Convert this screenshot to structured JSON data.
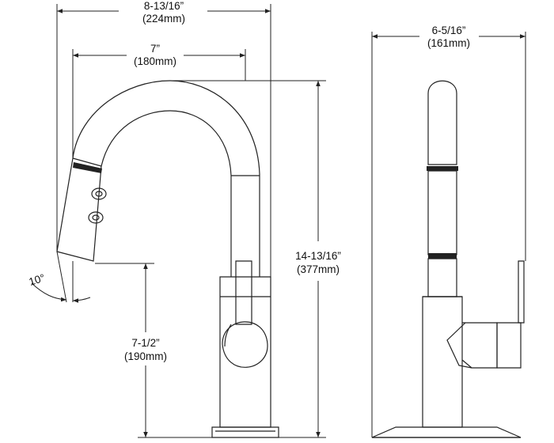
{
  "dimensions": {
    "overall_width": {
      "imperial": "8-13/16”",
      "metric": "(224mm)"
    },
    "reach": {
      "imperial": "7”",
      "metric": "(180mm)"
    },
    "overall_height": {
      "imperial": "14-13/16”",
      "metric": "(377mm)"
    },
    "spout_height": {
      "imperial": "7-1/2”",
      "metric": "(190mm)"
    },
    "side_width": {
      "imperial": "6-5/16”",
      "metric": "(161mm)"
    },
    "angle": {
      "value": "10°"
    }
  },
  "colors": {
    "line": "#222222",
    "background": "#ffffff"
  }
}
